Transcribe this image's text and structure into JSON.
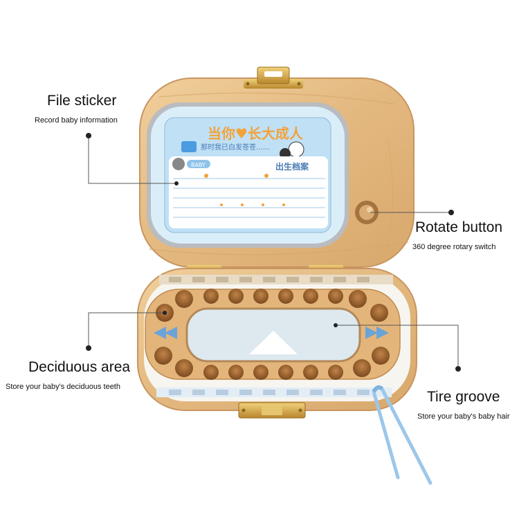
{
  "labels": {
    "file_sticker": {
      "title": "File sticker",
      "subtitle": "Record baby information"
    },
    "rotate_button": {
      "title": "Rotate button",
      "subtitle": "360 degree rotary switch"
    },
    "deciduous_area": {
      "title": "Deciduous area",
      "subtitle": "Store your baby's deciduous teeth"
    },
    "tire_groove": {
      "title": "Tire groove",
      "subtitle": "Store your baby's baby hair"
    }
  },
  "sticker": {
    "headline": "当你♥长大成人",
    "subline": "那时我已白发苍苍……",
    "baby_tag": "BABY",
    "file_title": "出生档案"
  },
  "colors": {
    "wood_light": "#e6c08a",
    "wood_dark": "#c4925a",
    "sticker_blue": "#bfe0f5",
    "tray_white": "#f7f5f0",
    "accent_blue": "#6aa3d8",
    "hardware_gold": "#c9a14a"
  }
}
